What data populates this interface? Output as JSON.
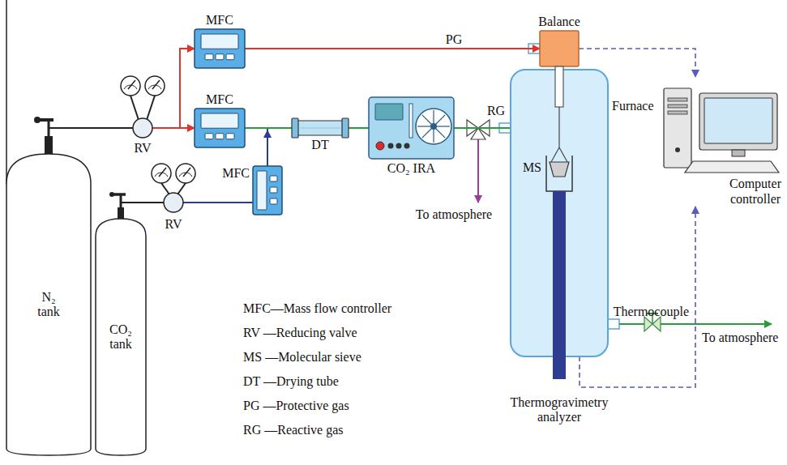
{
  "diagram": {
    "nodes": [
      {
        "text": [
          "N₂ tank"
        ]
      },
      {
        "text": [
          "RV"
        ]
      },
      {
        "text": [
          "MFC"
        ]
      },
      {
        "text": [
          "MFC"
        ]
      },
      {
        "text": [
          "CO₂ tank"
        ]
      },
      {
        "text": [
          "RV"
        ]
      },
      {
        "text": [
          "MFC"
        ]
      },
      {
        "text": [
          "DT"
        ]
      },
      {
        "text": [
          "CO₂ IRA"
        ]
      },
      {
        "text": [
          "Balance"
        ]
      },
      {
        "text": [
          "Thermogravimetry analyzer"
        ]
      },
      {
        "text": [
          "Computer controller"
        ]
      }
    ],
    "edges": [
      {
        "from": 0,
        "to": 1,
        "arrow": "none"
      },
      {
        "from": 1,
        "to": 2,
        "arrow": "to"
      },
      {
        "from": 1,
        "to": 3,
        "arrow": "to"
      },
      {
        "from": 2,
        "to": 9,
        "label": "PG",
        "arrow": "to"
      },
      {
        "from": 4,
        "to": 5,
        "arrow": "none"
      },
      {
        "from": 5,
        "to": 6,
        "arrow": "none"
      },
      {
        "from": 6,
        "to": 7,
        "arrow": "to"
      },
      {
        "from": 3,
        "to": 7,
        "arrow": "none"
      },
      {
        "from": 7,
        "to": 8,
        "arrow": "none"
      },
      {
        "from": 8,
        "to": 10,
        "label": "RG",
        "arrow": "none"
      },
      {
        "from": 9,
        "to": 11,
        "arrow": "to"
      },
      {
        "from": 10,
        "to": 11,
        "arrow": "to"
      }
    ],
    "labels": [
      "To atmosphere",
      "Furnace",
      "MS",
      "Thermocouple",
      "To atmosphere",
      "MFC—Mass flow controller",
      "RV —Reducing valve",
      "MS —Molecular sieve",
      "DT —Drying tube",
      "PG —Protective gas",
      "RG —Reactive gas"
    ]
  }
}
